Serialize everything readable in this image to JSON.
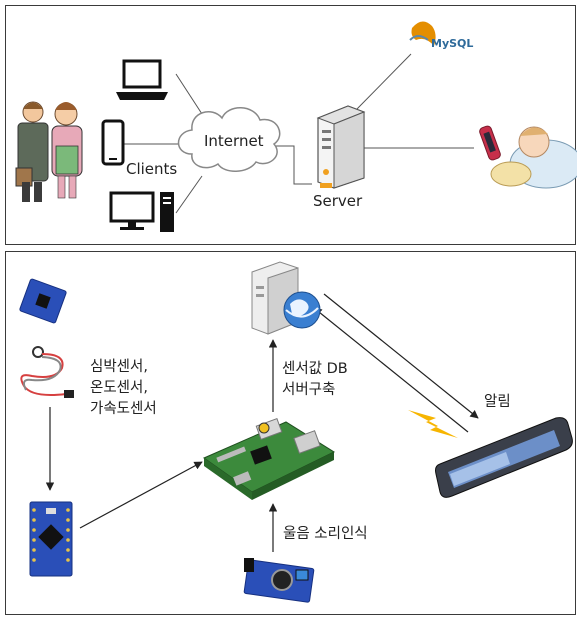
{
  "top": {
    "internet_label": "Internet",
    "clients_label": "Clients",
    "server_label": "Server",
    "mysql_label": "MySQL"
  },
  "bottom": {
    "sensor_label": [
      "심박센서,",
      "온도센서,",
      "가속도센서"
    ],
    "db_label": [
      "센서값 DB",
      "서버구축"
    ],
    "alarm_label": "알림",
    "voice_label": "울음 소리인식"
  },
  "colors": {
    "line": "#555555",
    "arrow": "#222222",
    "lightning": "#f7b500",
    "globe": "#3a7fd1",
    "board_green": "#3c8a3c",
    "pcb_blue": "#2a4fb8"
  }
}
